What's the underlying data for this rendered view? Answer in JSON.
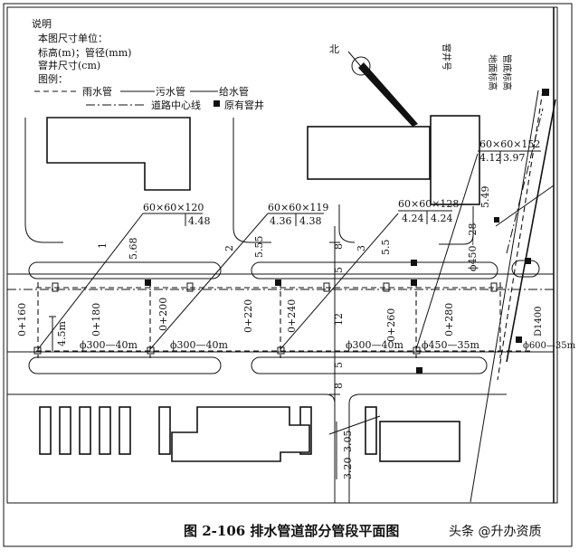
{
  "notes": {
    "heading": "说明",
    "line1": "本图尺寸单位：",
    "line2": "标高(m)；管径(mm)",
    "line3": "窨井尺寸(cm)",
    "line4": "图例："
  },
  "legend": {
    "rain_pipe": "雨水管",
    "sewage_pipe": "污水管",
    "water_pipe": "给水管",
    "road_center": "道路中心线",
    "existing_well": "原有窨井"
  },
  "north": "北",
  "column_headers": {
    "well_no": "窨井号",
    "ground_elev": "地面标高",
    "pipe_bottom": "管底标高"
  },
  "wells": [
    {
      "size": "60×60×120",
      "elev": "4.48"
    },
    {
      "size": "60×60×119",
      "elev_a": "4.36",
      "elev_b": "4.38"
    },
    {
      "size": "60×60×128",
      "elev_a": "4.24",
      "elev_b": "4.24"
    },
    {
      "size": "60×60×152",
      "elev_a": "4.12",
      "elev_b": "3.97"
    }
  ],
  "leaders": {
    "n1": "1",
    "n2": "2",
    "n3": "3",
    "l1": "5.68",
    "l2": "5.55",
    "l3": "5.5",
    "l4": "5.49"
  },
  "stations": [
    "0+160",
    "0+180",
    "0+200",
    "0+220",
    "0+240",
    "0+260",
    "0+280"
  ],
  "pipes": {
    "p1": "ϕ300—40m",
    "p2": "ϕ300—40m",
    "p3": "ϕ300—40m",
    "p4": "ϕ450—35m",
    "p5": "ϕ600—35m",
    "p_top": "ϕ450—28",
    "d1400": "D1400"
  },
  "dims": {
    "offset": "4.5m",
    "w8a": "8",
    "w5a": "5",
    "w12": "12",
    "w5b": "5",
    "w8b": "8",
    "e1": "3.05",
    "e2": "3.20"
  },
  "caption": "图 2-106   排水管道部分管段平面图",
  "watermark": "头条 @升办资质"
}
